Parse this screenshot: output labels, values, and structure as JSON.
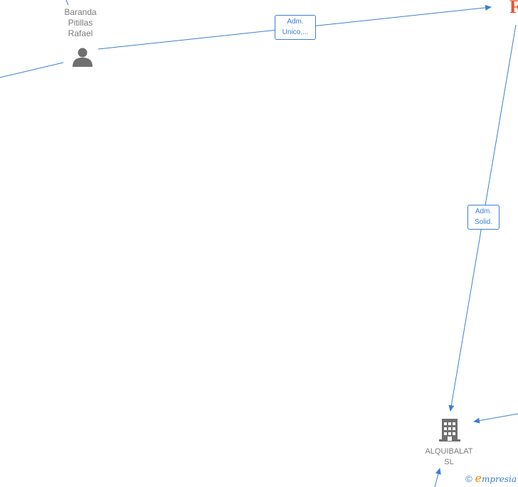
{
  "nodes": {
    "person": {
      "line1": "Baranda",
      "line2": "Pitillas",
      "line3": "Rafael",
      "icon": "person-icon"
    },
    "company": {
      "line1": "ALQUIBALAT",
      "line2": "SL",
      "icon": "building-icon"
    },
    "partial_top_right": {
      "text": "F",
      "color": "#e8542a"
    }
  },
  "edges": {
    "adm_unico": {
      "line1": "Adm.",
      "line2": "Unico,..."
    },
    "adm_solid": {
      "line1": "Adm.",
      "line2": "Solid."
    }
  },
  "colors": {
    "edge": "#3b7fd4",
    "node_icon": "#6f6f6f",
    "label": "#7a7a7a"
  },
  "footer": {
    "copyright": "©",
    "brand_e": "e",
    "brand_rest": "mpresia"
  }
}
